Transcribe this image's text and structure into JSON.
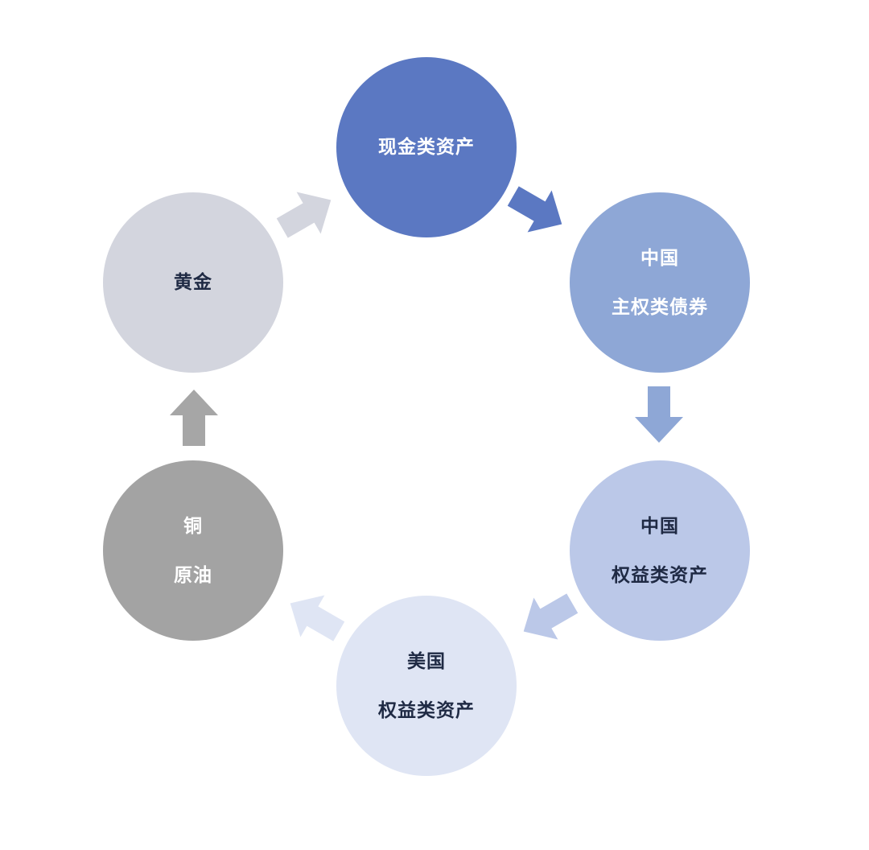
{
  "nodes": {
    "cash_assets": {
      "lines": [
        "现金类资产"
      ],
      "fill": "#5B78C2",
      "text_color": "#ffffff"
    },
    "china_sovereign_bonds": {
      "lines": [
        "中国",
        "主权类债券"
      ],
      "fill": "#8EA7D6",
      "text_color": "#ffffff"
    },
    "china_equity_assets": {
      "lines": [
        "中国",
        "权益类资产"
      ],
      "fill": "#BBC8E8",
      "text_color": "#1F2A44"
    },
    "us_equity_assets": {
      "lines": [
        "美国",
        "权益类资产"
      ],
      "fill": "#DFE5F4",
      "text_color": "#1F2A44"
    },
    "copper_crude_oil": {
      "lines": [
        "铜",
        "原油"
      ],
      "fill": "#A3A3A3",
      "text_color": "#ffffff"
    },
    "gold": {
      "lines": [
        "黄金"
      ],
      "fill": "#D3D5DE",
      "text_color": "#1F2A44"
    }
  },
  "arrows": {
    "cash_to_china_bonds": {
      "color": "#5B78C2",
      "icon": "arrow-right-icon"
    },
    "china_bonds_to_china_equity": {
      "color": "#8EA7D6",
      "icon": "arrow-down-icon"
    },
    "china_equity_to_us_equity": {
      "color": "#BBC8E8",
      "icon": "arrow-down-left-icon"
    },
    "us_equity_to_copper_oil": {
      "color": "#DFE5F4",
      "icon": "arrow-up-left-icon"
    },
    "copper_oil_to_gold": {
      "color": "#A6A6A6",
      "icon": "arrow-up-icon"
    },
    "gold_to_cash": {
      "color": "#D3D5DE",
      "icon": "arrow-up-right-icon"
    }
  }
}
